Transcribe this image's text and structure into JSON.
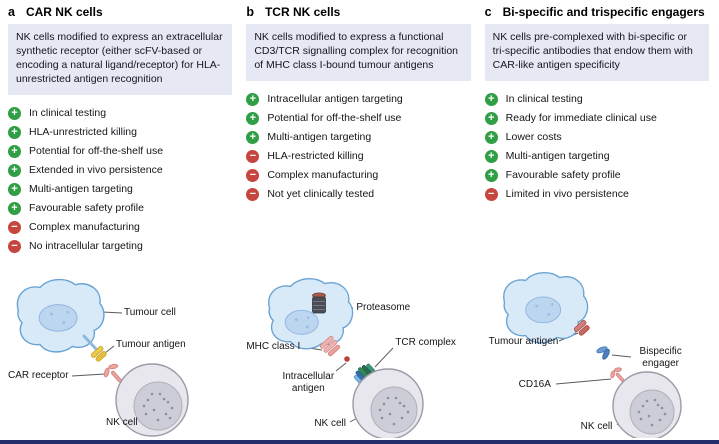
{
  "icons": {
    "plus": "+",
    "minus": "−"
  },
  "colors": {
    "plus_badge": "#2f9e44",
    "minus_badge": "#c6453e",
    "description_bg": "#e6e9f4",
    "footer_bar": "#232e68",
    "tumour_cell_fill": "#d8eaf8",
    "nk_cell_fill": "#e7e7ed"
  },
  "panels": [
    {
      "letter": "a",
      "title": "CAR NK cells",
      "description": "NK cells modified to express an extracellular synthetic receptor (either scFV-based or encoding a natural ligand/receptor) for HLA-unrestricted antigen recognition",
      "items": [
        {
          "icon": "plus",
          "text": "In clinical testing"
        },
        {
          "icon": "plus",
          "text": "HLA-unrestricted killing"
        },
        {
          "icon": "plus",
          "text": "Potential for off-the-shelf use"
        },
        {
          "icon": "plus",
          "text": "Extended in vivo persistence"
        },
        {
          "icon": "plus",
          "text": "Multi-antigen targeting"
        },
        {
          "icon": "plus",
          "text": "Favourable safety profile"
        },
        {
          "icon": "minus",
          "text": "Complex manufacturing"
        },
        {
          "icon": "minus",
          "text": "No intracellular targeting"
        }
      ],
      "labels": {
        "tumour_cell": "Tumour cell",
        "tumour_antigen": "Tumour antigen",
        "car_receptor": "CAR receptor",
        "nk_cell": "NK cell"
      }
    },
    {
      "letter": "b",
      "title": "TCR NK cells",
      "description": "NK cells modified to express a functional CD3/TCR signalling complex for recognition of MHC class I-bound tumour antigens",
      "items": [
        {
          "icon": "plus",
          "text": "Intracellular antigen targeting"
        },
        {
          "icon": "plus",
          "text": "Potential for off-the-shelf use"
        },
        {
          "icon": "plus",
          "text": "Multi-antigen targeting"
        },
        {
          "icon": "minus",
          "text": "HLA-restricted killing"
        },
        {
          "icon": "minus",
          "text": "Complex manufacturing"
        },
        {
          "icon": "minus",
          "text": "Not yet clinically tested"
        }
      ],
      "labels": {
        "proteasome": "Proteasome",
        "mhc_class_i": "MHC class I",
        "tcr_complex": "TCR complex",
        "intracellular_antigen": "Intracellular antigen",
        "nk_cell": "NK cell"
      }
    },
    {
      "letter": "c",
      "title": "Bi-specific and trispecific engagers",
      "description": "NK cells pre-complexed with bi-specific or tri-specific antibodies that endow them with CAR-like antigen specificity",
      "items": [
        {
          "icon": "plus",
          "text": "In clinical testing"
        },
        {
          "icon": "plus",
          "text": "Ready for immediate clinical use"
        },
        {
          "icon": "plus",
          "text": "Lower costs"
        },
        {
          "icon": "plus",
          "text": "Multi-antigen targeting"
        },
        {
          "icon": "plus",
          "text": "Favourable safety profile"
        },
        {
          "icon": "minus",
          "text": "Limited in vivo persistence"
        }
      ],
      "labels": {
        "tumour_antigen": "Tumour antigen",
        "bispecific_engager": "Bispecific engager",
        "cd16a": "CD16A",
        "nk_cell": "NK cell"
      }
    }
  ]
}
